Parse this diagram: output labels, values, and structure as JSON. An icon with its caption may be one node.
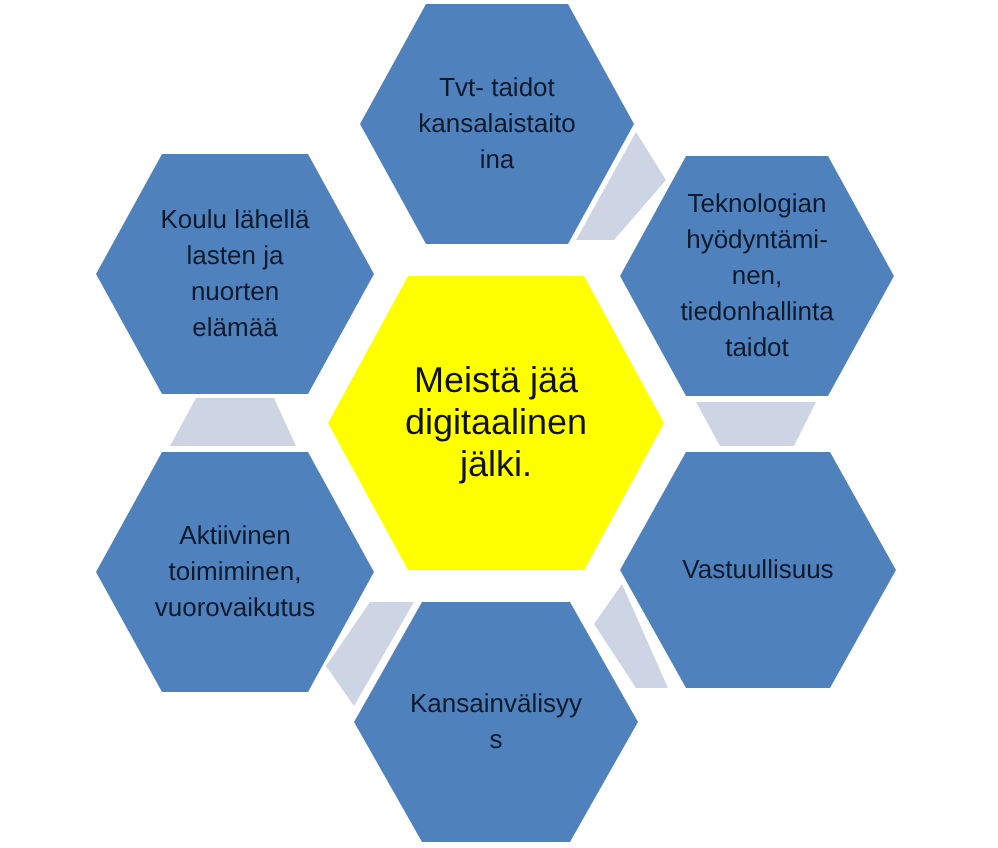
{
  "diagram": {
    "nodes": [
      {
        "text": [
          "Tvt- taidot kansalaistaito ina"
        ]
      },
      {
        "text": [
          "Koulu lähellä lasten ja nuorten elämää"
        ]
      },
      {
        "text": [
          "Teknologian hyödyntämi- nen, tiedonhallinta taidot"
        ]
      },
      {
        "text": [
          "Meistä jää digitaalinen jälki."
        ]
      },
      {
        "text": [
          "Aktiivinen toimiminen, vuorovaikutus"
        ]
      },
      {
        "text": [
          "Vastuullisuus"
        ]
      },
      {
        "text": [
          "Kansainvälisyy s"
        ]
      }
    ]
  }
}
